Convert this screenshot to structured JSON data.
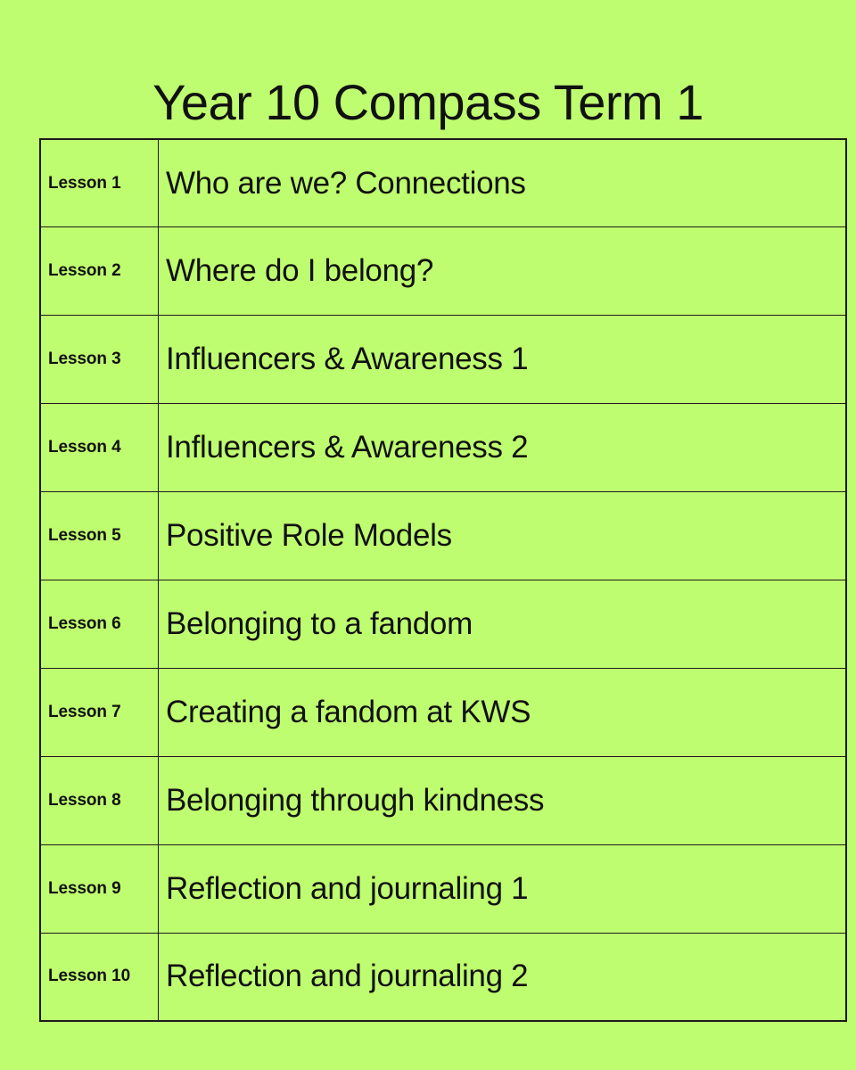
{
  "document": {
    "title": "Year 10 Compass Term 1",
    "background_color": "#bffd70",
    "text_color": "#111111",
    "border_color": "#1b1b1b"
  },
  "table": {
    "rows": [
      {
        "label": "Lesson 1",
        "title": "Who are we? Connections"
      },
      {
        "label": "Lesson 2",
        "title": "Where do I belong?"
      },
      {
        "label": "Lesson 3",
        "title": "Influencers & Awareness 1"
      },
      {
        "label": "Lesson 4",
        "title": "Influencers & Awareness 2"
      },
      {
        "label": "Lesson 5",
        "title": "Positive Role Models"
      },
      {
        "label": "Lesson 6",
        "title": "Belonging to a fandom"
      },
      {
        "label": "Lesson 7",
        "title": "Creating a fandom at KWS"
      },
      {
        "label": "Lesson 8",
        "title": "Belonging through kindness"
      },
      {
        "label": "Lesson 9",
        "title": "Reflection and journaling 1"
      },
      {
        "label": "Lesson 10",
        "title": "Reflection and journaling 2"
      }
    ]
  }
}
